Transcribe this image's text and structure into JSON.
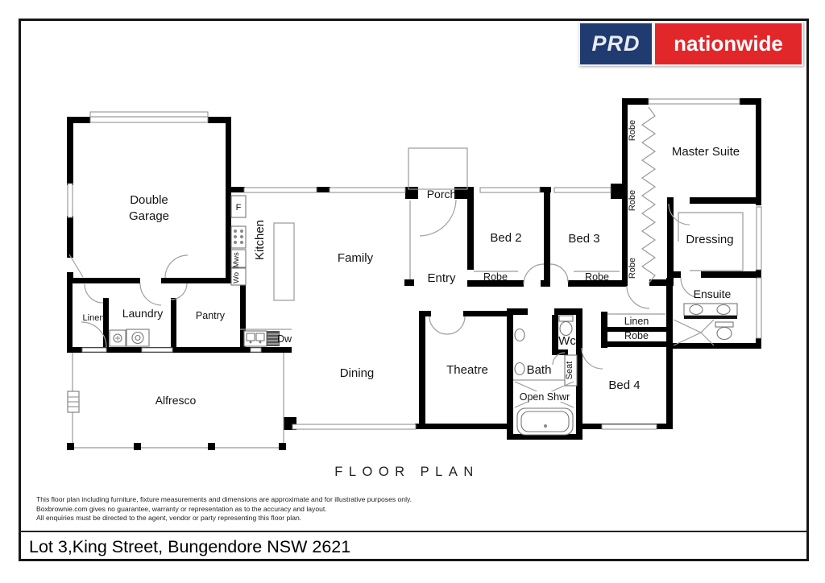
{
  "logo": {
    "prd": "PRD",
    "nationwide": "nationwide",
    "navy": "#1f3b70",
    "red": "#e2272b"
  },
  "plan_title": "FLOOR PLAN",
  "rooms": {
    "double_garage_line1": "Double",
    "double_garage_line2": "Garage",
    "kitchen": "Kitchen",
    "family": "Family",
    "porch": "Porch",
    "entry": "Entry",
    "bed2": "Bed 2",
    "bed3": "Bed 3",
    "master_suite": "Master Suite",
    "dressing": "Dressing",
    "ensuite": "Ensuite",
    "linen_left": "Linen",
    "laundry": "Laundry",
    "pantry": "Pantry",
    "alfresco": "Alfresco",
    "dining": "Dining",
    "theatre": "Theatre",
    "bath": "Bath",
    "wc": "Wc",
    "open_shwr": "Open Shwr",
    "bed4": "Bed 4",
    "seat": "Seat",
    "linen_right": "Linen",
    "robe_right": "Robe",
    "robe_bed2": "Robe",
    "robe_bed3": "Robe",
    "robe_v1": "Robe",
    "robe_v2": "Robe",
    "robe_v3": "Robe",
    "fridge": "F",
    "microwave": "Mws",
    "wall_oven": "Wo",
    "dishwasher": "Dw"
  },
  "footer": {
    "disclaimer": [
      "This floor plan including furniture, fixture measurements and dimensions are approximate and for illustrative purposes only.",
      "Boxbrownie.com gives no guarantee, warranty or representation as to the accuracy and layout.",
      "All enquiries must be directed to the agent, vendor or party representing this floor plan."
    ],
    "address": "Lot 3,King Street, Bungendore NSW 2621"
  }
}
